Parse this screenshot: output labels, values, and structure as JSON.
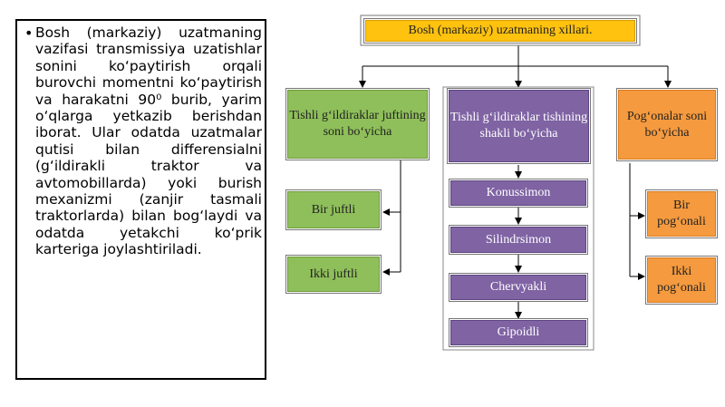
{
  "text_panel": {
    "bullet": "•",
    "paragraph": "Bosh (markaziy) uzatmaning vazifasi transmissiya uzatishlar sonini ko‘paytirish orqali burovchi momentni ko‘paytirish va harakatni 90⁰ burib, yarim o‘qlarga yetkazib berishdan iborat. Ular odatda uzatmalar qutisi bilan differensialni (g‘ildirakli traktor va avtomobillarda) yoki burish mexanizmi (zanjir tasmali traktorlarda) bilan bog‘laydi va odatda yetakchi ko‘prik karteriga joylashtiriladi."
  },
  "diagram": {
    "root": "Bosh (markaziy) uzatmaning xillari.",
    "categories": [
      {
        "label": "Tishli g‘ildiraklar juftining soni bo‘yicha",
        "items": [
          "Bir juftli",
          "Ikki juftli"
        ]
      },
      {
        "label": "Tishli g‘ildiraklar tishining shakli bo‘yicha",
        "items": [
          "Konussimon",
          "Silindrsimon",
          "Chervyakli",
          "Gipoidli"
        ]
      },
      {
        "label": "Pog‘onalar soni bo‘yicha",
        "items": [
          "Bir pog‘onali",
          "Ikki pog‘onali"
        ]
      }
    ],
    "colors": {
      "root": "#ffc20e",
      "green": "#8fbf5a",
      "purple": "#7f63a3",
      "orange": "#f59a3e"
    }
  }
}
